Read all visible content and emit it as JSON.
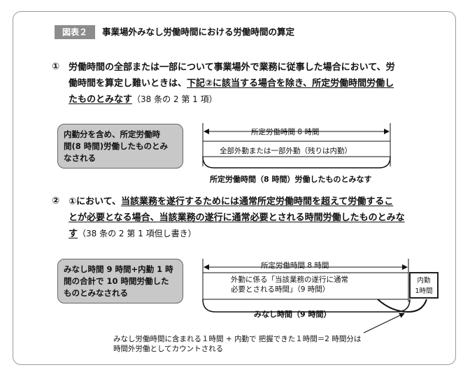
{
  "figure": {
    "badge": "図表２",
    "title": "事業場外みなし労働時間における労働時間の算定"
  },
  "section1": {
    "number": "①",
    "line1": "労働時間の全部または一部について事業場外で業務に従事した場合において、労",
    "line2_pre": "働時間を算定し難いときは、",
    "line2_u": "下記②に該当する場合を除き、所定労働時間労働し",
    "line3_u": "たものとみなす",
    "line3_post": "（38 条の 2 第 1 項）",
    "box_line1": "内勤分を含め、所定労働時",
    "box_line2": "間(8 時間)労働したものとみ",
    "box_line3": "なされる",
    "arrow_label": "所定労働時間 8 時間",
    "bar_label": "全部外勤または一部外勤（残りは内勤）",
    "bracket_label": "所定労働時間（8 時間）労働したものとみなす"
  },
  "section2": {
    "number": "②",
    "line1_pre": "①において、",
    "line1_u": "当該業務を遂行するためには通常所定労働時間を超えて労働するこ",
    "line2_u": "とが必要となる場合、当該業務の遂行に通常必要とされる時間労働したものとみな",
    "line3_u": "す",
    "line3_post": "（38 条の 2 第 1 項但し書き）",
    "box_line1": "みなし時間 9 時間+内勤 1 時",
    "box_line2": "間の合計で 10 時間労働した",
    "box_line3": "ものとみなされる",
    "arrow_label": "所定労働時間 8 時間",
    "bar_label1": "外勤に係る「当該業務の遂行に通常",
    "bar_label2": "必要とされる時間」（9 時間）",
    "inner_label1": "内勤",
    "inner_label2": "1時間",
    "bracket_label": "みなし時間（9 時間）",
    "note_line1": "みなし労働時間に含まれる１時間 + 内勤で 把握できた１時間＝2 時間分は",
    "note_line2": "時間外労働としてカウントされる"
  }
}
